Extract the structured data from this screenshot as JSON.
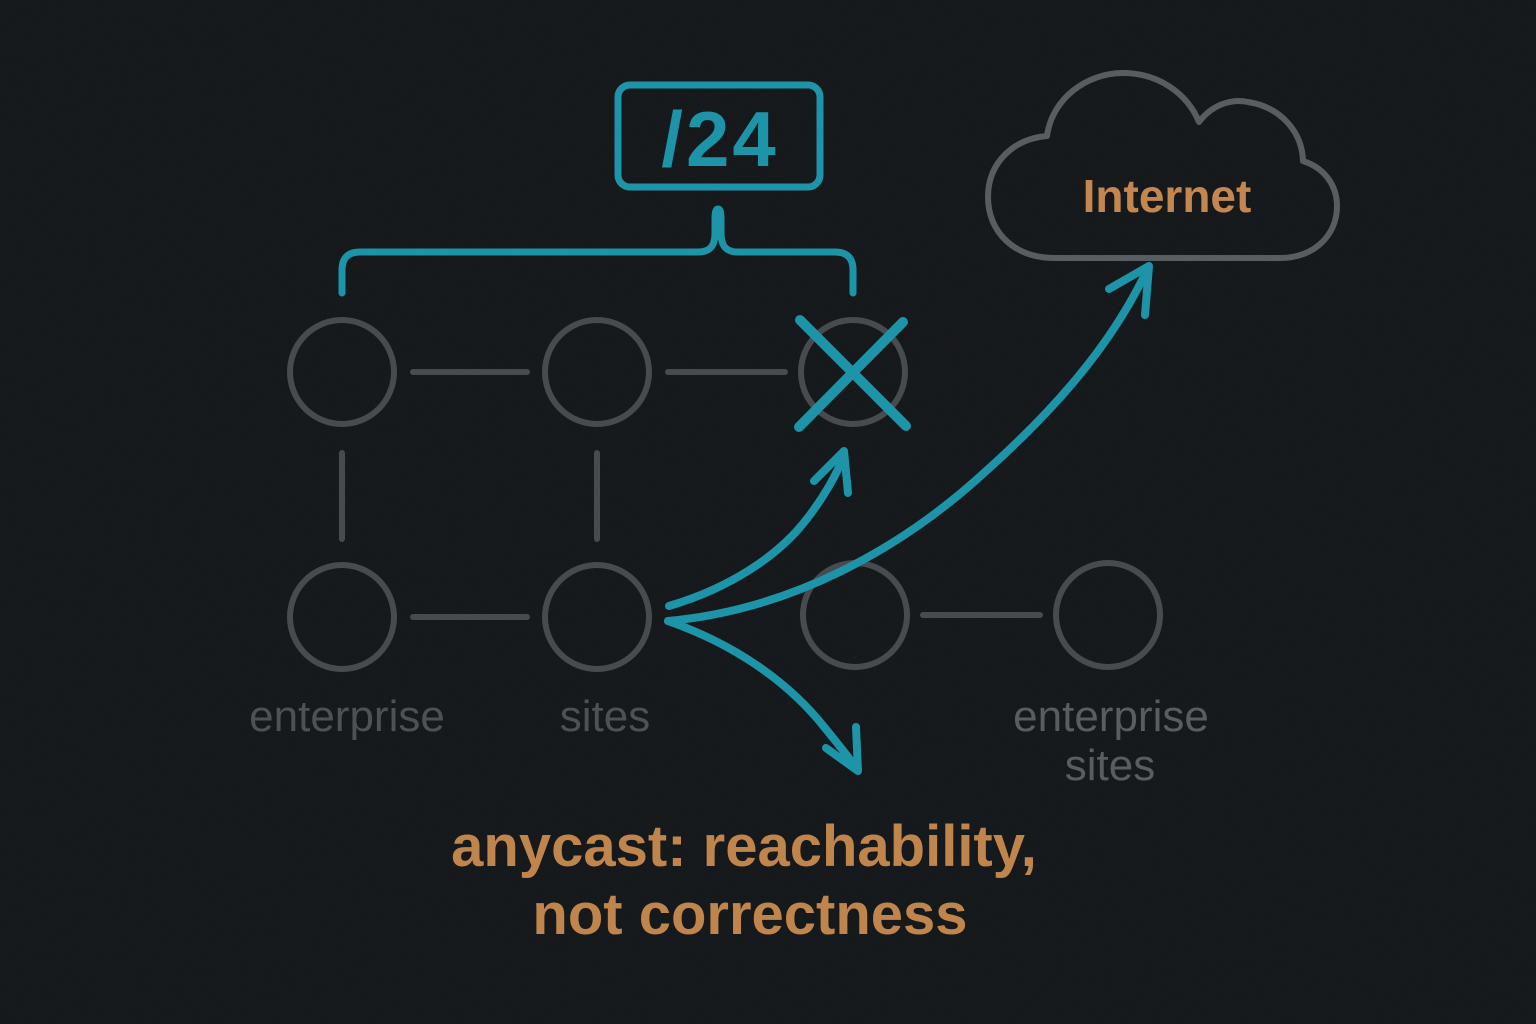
{
  "colors": {
    "bg": "#131619",
    "teal": "#1a93a8",
    "orange_caption": "#c08449",
    "orange_internet": "#c5854d",
    "node_gray": "#45484d",
    "connector_gray": "#45484d",
    "label_gray": "#4b4f54",
    "label_gray_bright": "#575b60",
    "cloud_gray": "#565b60"
  },
  "prefix_box": {
    "label": "/24"
  },
  "cloud": {
    "label": "Internet"
  },
  "node_groups": {
    "left": {
      "column_labels": [
        "enterprise",
        "sites"
      ]
    },
    "right": {
      "label_line1": "enterprise",
      "label_line2": "sites"
    }
  },
  "caption": {
    "line1": "anycast: reachability,",
    "line2": "not correctness"
  },
  "icons": {
    "cloud": "internet-cloud",
    "x_mark": "failed-node-x",
    "brace": "prefix-coverage-brace",
    "arrows": [
      "arrow-to-failed-node",
      "arrow-to-internet",
      "arrow-anycast-detour"
    ]
  }
}
